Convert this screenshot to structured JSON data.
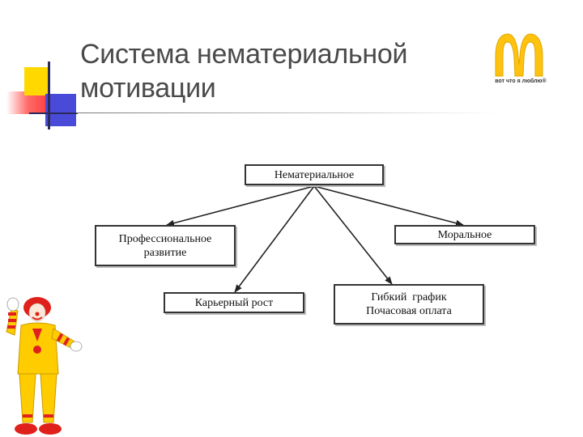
{
  "slide": {
    "title_lines": [
      "Система нематериальной",
      "мотивации"
    ]
  },
  "logo": {
    "slogan": "вот что я люблю®",
    "color": "#ffc20e"
  },
  "diagram": {
    "root": {
      "label": "Нематериальное"
    },
    "children": [
      {
        "id": "prof",
        "lines": [
          "Профессиональное",
          "развитие"
        ]
      },
      {
        "id": "career",
        "lines": [
          "Карьерный рост"
        ]
      },
      {
        "id": "flex",
        "lines": [
          "Гибкий  график",
          "Почасовая оплата"
        ]
      },
      {
        "id": "moral",
        "lines": [
          "Моральное"
        ]
      }
    ]
  },
  "colors": {
    "title": "#4a4a4a",
    "accent_yellow": "#ffd800",
    "accent_red": "#ff4444",
    "accent_blue": "#4a4ad8"
  }
}
